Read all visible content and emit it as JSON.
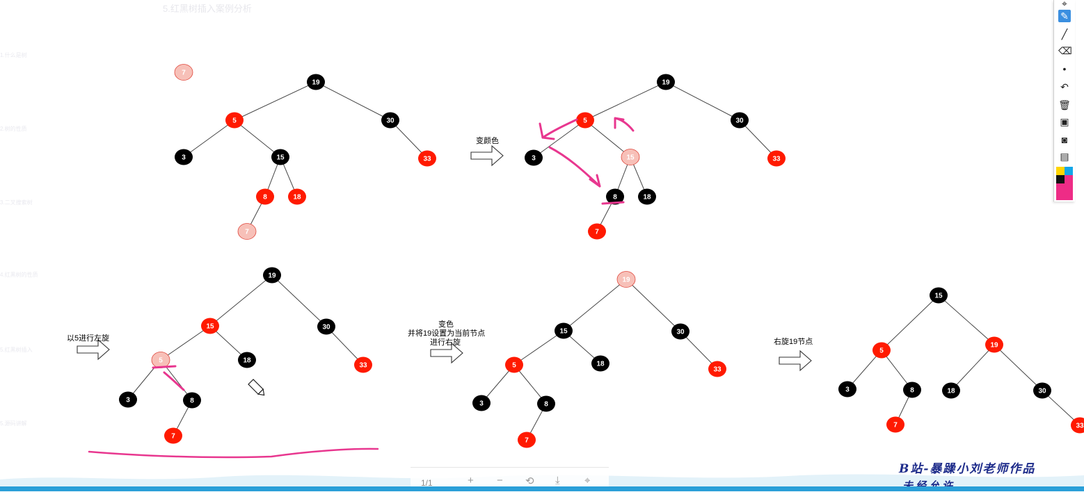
{
  "document": {
    "title": "5.红黑树插入案例分析"
  },
  "sidebar": {
    "items": [
      {
        "label": "1.什么是树"
      },
      {
        "label": "2.树的性质"
      },
      {
        "label": "3.二叉搜索树"
      },
      {
        "label": "4.红黑树的性质"
      },
      {
        "label": "5.红黑树插入"
      },
      {
        "label": "5.源码讲解"
      }
    ]
  },
  "stray_node": {
    "value": "7",
    "color": "pink"
  },
  "arrow_labels": {
    "step1": "变颜色",
    "step2": "以5进行左旋",
    "step3_line1": "变色",
    "step3_line2": "并将19设置为当前节点",
    "step3_line3": "进行右旋",
    "step4": "右旋19节点"
  },
  "trees": [
    {
      "id": "tree-1",
      "nodes": [
        {
          "id": "n19",
          "value": "19",
          "color": "black",
          "parent": null
        },
        {
          "id": "n5",
          "value": "5",
          "color": "red",
          "parent": "n19"
        },
        {
          "id": "n30",
          "value": "30",
          "color": "black",
          "parent": "n19"
        },
        {
          "id": "n3",
          "value": "3",
          "color": "black",
          "parent": "n5"
        },
        {
          "id": "n15",
          "value": "15",
          "color": "black",
          "parent": "n5"
        },
        {
          "id": "n33",
          "value": "33",
          "color": "red",
          "parent": "n30"
        },
        {
          "id": "n8",
          "value": "8",
          "color": "red",
          "parent": "n15"
        },
        {
          "id": "n18",
          "value": "18",
          "color": "red",
          "parent": "n15"
        },
        {
          "id": "n7",
          "value": "7",
          "color": "pink",
          "parent": "n8"
        }
      ]
    },
    {
      "id": "tree-2",
      "nodes": [
        {
          "id": "n19",
          "value": "19",
          "color": "black",
          "parent": null
        },
        {
          "id": "n5",
          "value": "5",
          "color": "red",
          "parent": "n19"
        },
        {
          "id": "n30",
          "value": "30",
          "color": "black",
          "parent": "n19"
        },
        {
          "id": "n3",
          "value": "3",
          "color": "black",
          "parent": "n5"
        },
        {
          "id": "n15",
          "value": "15",
          "color": "pink",
          "parent": "n5"
        },
        {
          "id": "n33",
          "value": "33",
          "color": "red",
          "parent": "n30"
        },
        {
          "id": "n8",
          "value": "8",
          "color": "black",
          "parent": "n15"
        },
        {
          "id": "n18",
          "value": "18",
          "color": "black",
          "parent": "n15"
        },
        {
          "id": "n7",
          "value": "7",
          "color": "red",
          "parent": "n8"
        }
      ]
    },
    {
      "id": "tree-3",
      "nodes": [
        {
          "id": "n19",
          "value": "19",
          "color": "black",
          "parent": null
        },
        {
          "id": "n15",
          "value": "15",
          "color": "red",
          "parent": "n19"
        },
        {
          "id": "n30",
          "value": "30",
          "color": "black",
          "parent": "n19"
        },
        {
          "id": "n5",
          "value": "5",
          "color": "pink",
          "parent": "n15"
        },
        {
          "id": "n18",
          "value": "18",
          "color": "black",
          "parent": "n15"
        },
        {
          "id": "n33",
          "value": "33",
          "color": "red",
          "parent": "n30"
        },
        {
          "id": "n3",
          "value": "3",
          "color": "black",
          "parent": "n5"
        },
        {
          "id": "n8",
          "value": "8",
          "color": "black",
          "parent": "n5"
        },
        {
          "id": "n7",
          "value": "7",
          "color": "red",
          "parent": "n8"
        }
      ]
    },
    {
      "id": "tree-4",
      "nodes": [
        {
          "id": "n19",
          "value": "19",
          "color": "pink",
          "parent": null
        },
        {
          "id": "n15",
          "value": "15",
          "color": "black",
          "parent": "n19"
        },
        {
          "id": "n30",
          "value": "30",
          "color": "black",
          "parent": "n19"
        },
        {
          "id": "n5",
          "value": "5",
          "color": "red",
          "parent": "n15"
        },
        {
          "id": "n18",
          "value": "18",
          "color": "black",
          "parent": "n15"
        },
        {
          "id": "n33",
          "value": "33",
          "color": "red",
          "parent": "n30"
        },
        {
          "id": "n3",
          "value": "3",
          "color": "black",
          "parent": "n5"
        },
        {
          "id": "n8",
          "value": "8",
          "color": "black",
          "parent": "n5"
        },
        {
          "id": "n7",
          "value": "7",
          "color": "red",
          "parent": "n8"
        }
      ]
    },
    {
      "id": "tree-5",
      "nodes": [
        {
          "id": "n15",
          "value": "15",
          "color": "black",
          "parent": null
        },
        {
          "id": "n5",
          "value": "5",
          "color": "red",
          "parent": "n15"
        },
        {
          "id": "n19",
          "value": "19",
          "color": "red",
          "parent": "n15"
        },
        {
          "id": "n3",
          "value": "3",
          "color": "black",
          "parent": "n5"
        },
        {
          "id": "n8",
          "value": "8",
          "color": "black",
          "parent": "n5"
        },
        {
          "id": "n18",
          "value": "18",
          "color": "black",
          "parent": "n19"
        },
        {
          "id": "n30",
          "value": "30",
          "color": "black",
          "parent": "n19"
        },
        {
          "id": "n7",
          "value": "7",
          "color": "red",
          "parent": "n8"
        },
        {
          "id": "n33",
          "value": "33",
          "color": "red",
          "parent": "n30"
        }
      ]
    }
  ],
  "node_colors": {
    "black": "#000000",
    "red": "#ff1a00",
    "pink": "#f7c0b8",
    "pink_border": "#e0463b",
    "annotation": "#e8378f"
  },
  "toolbar_right": {
    "tools": [
      "cursor-icon",
      "pen-icon",
      "line-icon",
      "eraser-icon",
      "dot-icon",
      "undo-icon",
      "trash-icon",
      "bus-icon",
      "camera-icon",
      "clipboard-icon"
    ]
  },
  "bottom_bar": {
    "page": "1/1",
    "zoom_in": "+",
    "zoom_out": "−"
  },
  "watermark": {
    "line1": "B站-暴躁小刘老师作品",
    "line2": "未经允许"
  }
}
